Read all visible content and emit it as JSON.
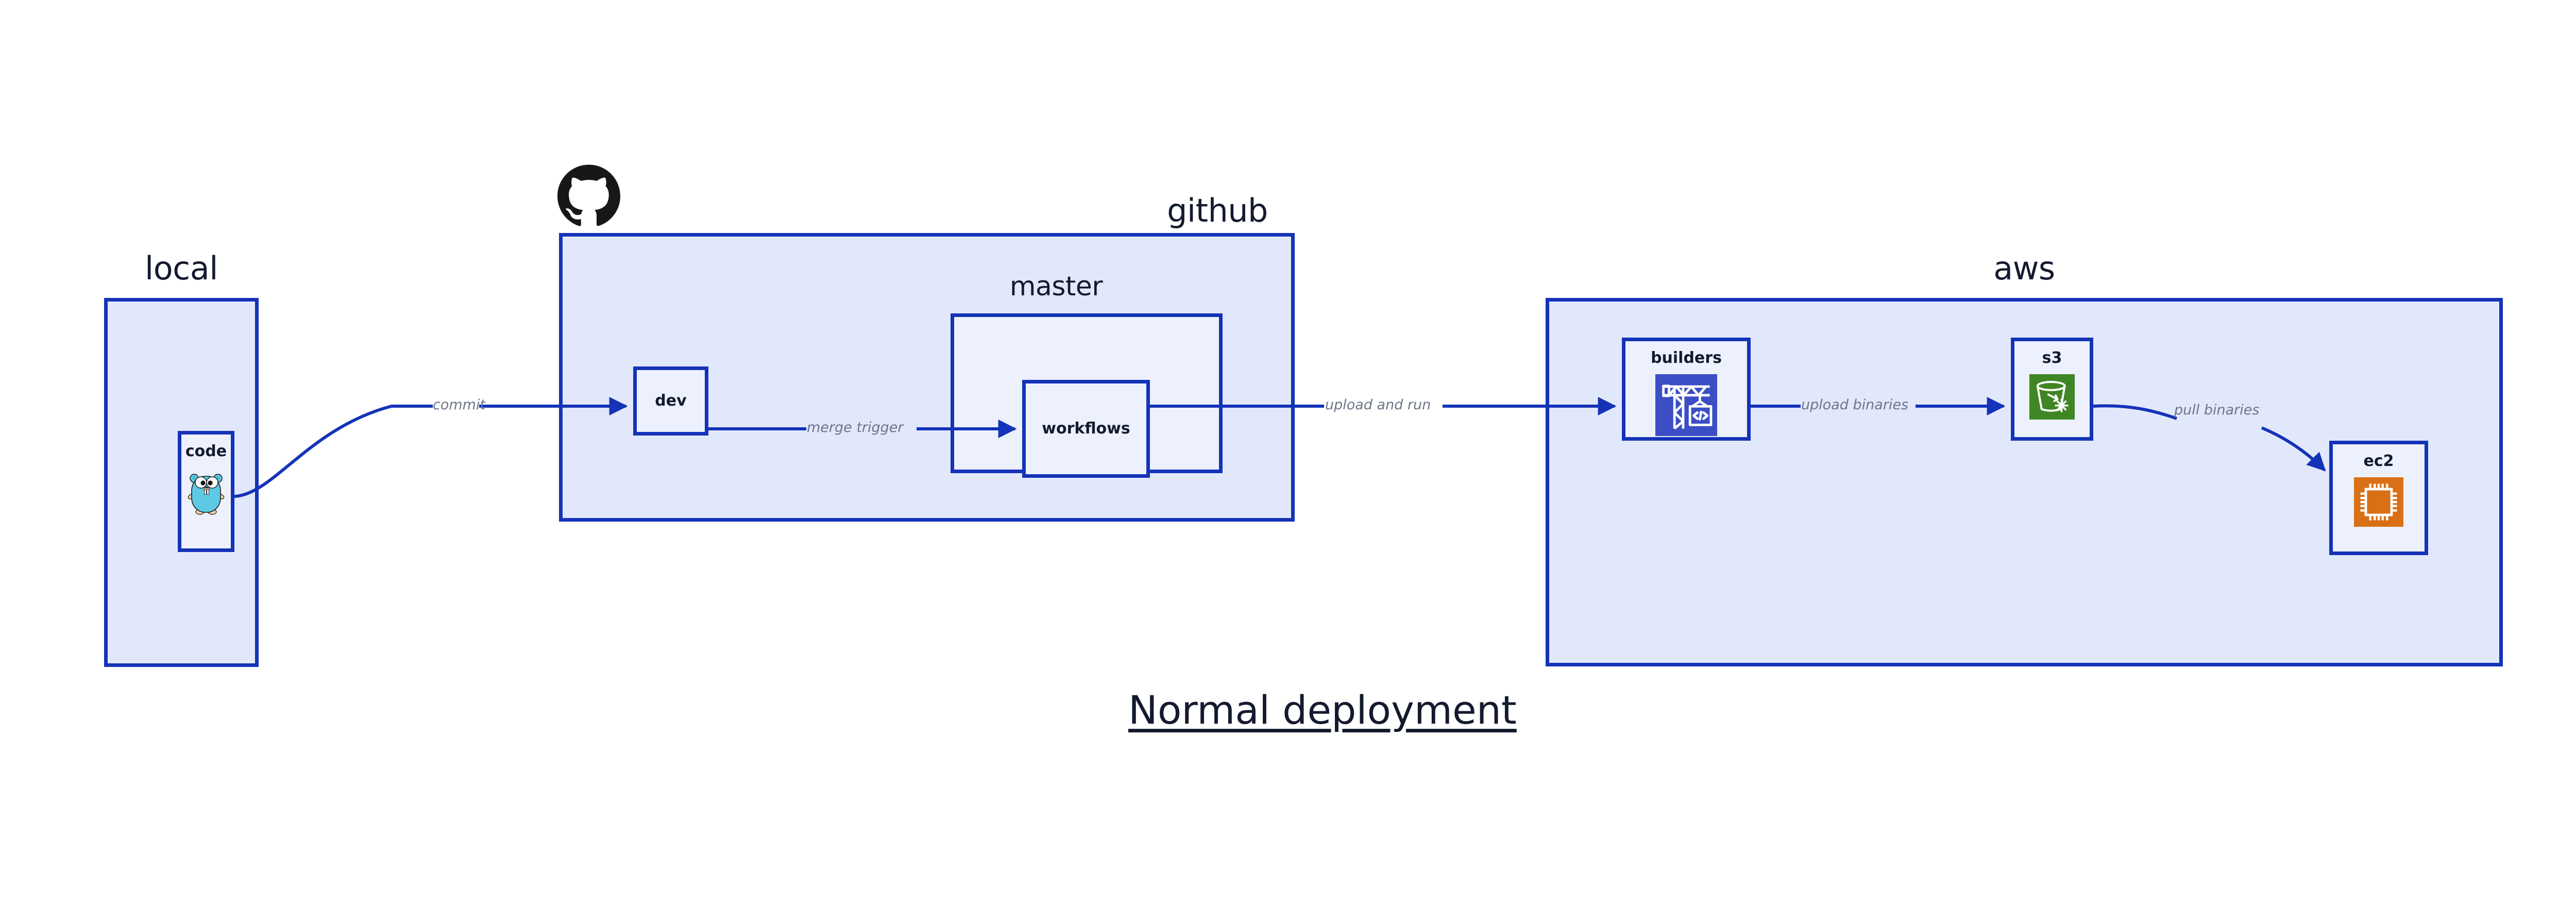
{
  "title": "Normal deployment",
  "theme": {
    "border_blue": "#1433B8",
    "group_fill": "#E2E8FB",
    "node_fill": "#EDF1FD",
    "edge_blue": "#1433B8",
    "edge_label_gray": "#6E7589",
    "text_dark": "#141A2E",
    "builders_icon_bg": "#3B4EC6",
    "s3_icon_bg": "#3F8624",
    "ec2_icon_bg": "#D97015",
    "gopher_cyan": "#5DC9E2",
    "github_black": "#181717"
  },
  "groups": [
    {
      "id": "local",
      "label": "local"
    },
    {
      "id": "github",
      "label": "github"
    },
    {
      "id": "aws",
      "label": "aws"
    }
  ],
  "subgroups": [
    {
      "id": "master",
      "label": "master",
      "parent": "github"
    }
  ],
  "nodes": [
    {
      "id": "code",
      "label": "code",
      "icon": "go-gopher-icon",
      "parent": "local"
    },
    {
      "id": "dev",
      "label": "dev",
      "icon": null,
      "parent": "github"
    },
    {
      "id": "workflows",
      "label": "workflows",
      "icon": null,
      "parent": "master"
    },
    {
      "id": "builders",
      "label": "builders",
      "icon": "crane-code-icon",
      "parent": "aws"
    },
    {
      "id": "s3",
      "label": "s3",
      "icon": "s3-bucket-icon",
      "parent": "aws"
    },
    {
      "id": "ec2",
      "label": "ec2",
      "icon": "cpu-chip-icon",
      "parent": "aws"
    }
  ],
  "edges": [
    {
      "id": "commit",
      "from": "code",
      "to": "dev",
      "label": "commit"
    },
    {
      "id": "merge-trigger",
      "from": "dev",
      "to": "workflows",
      "label": "merge trigger"
    },
    {
      "id": "upload-and-run",
      "from": "workflows",
      "to": "builders",
      "label": "upload and run"
    },
    {
      "id": "upload-binaries",
      "from": "builders",
      "to": "s3",
      "label": "upload binaries"
    },
    {
      "id": "pull-binaries",
      "from": "s3",
      "to": "ec2",
      "label": "pull binaries"
    }
  ],
  "logos": [
    {
      "id": "github-logo",
      "name": "github-mark-icon",
      "attached_to": "github"
    }
  ]
}
